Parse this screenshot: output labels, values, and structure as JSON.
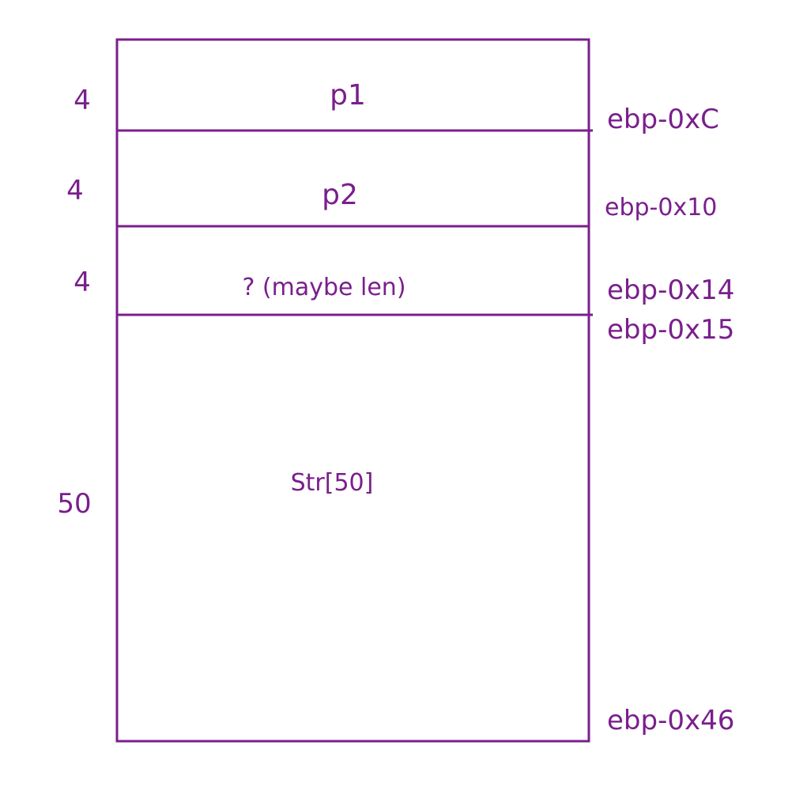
{
  "diagram": {
    "color": "#7a1f8c",
    "slots": [
      {
        "label": "p1",
        "size": "4"
      },
      {
        "label": "p2",
        "size": "4"
      },
      {
        "label": "? (maybe len)",
        "size": "4"
      },
      {
        "label": "Str[50]",
        "size": "50"
      }
    ],
    "addresses": [
      "ebp-0xC",
      "ebp-0x10",
      "ebp-0x14",
      "ebp-0x15",
      "ebp-0x46"
    ]
  }
}
